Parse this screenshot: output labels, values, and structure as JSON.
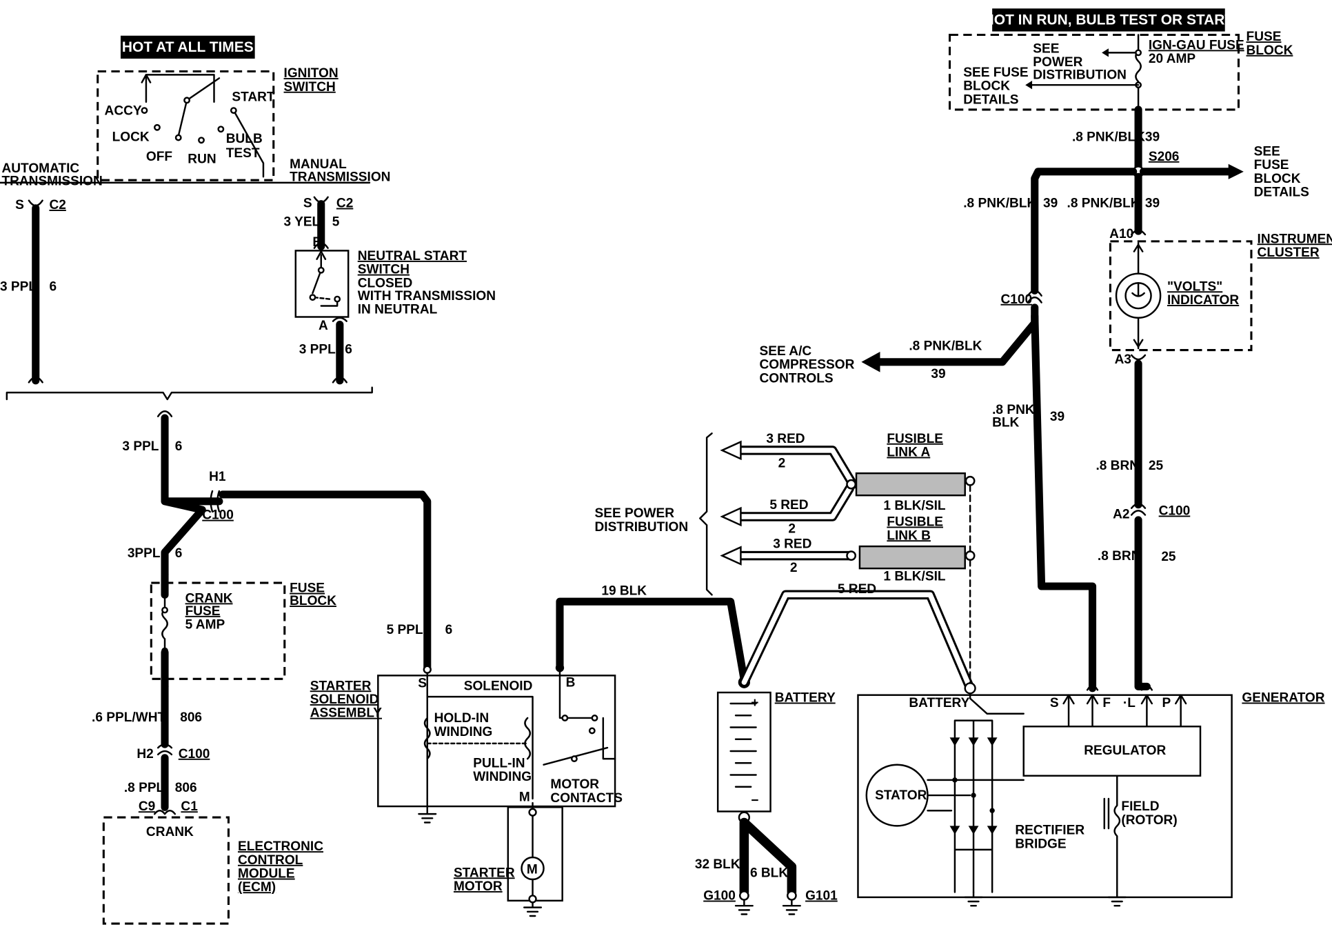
{
  "banners": {
    "hot_at_all_times": "HOT AT ALL TIMES",
    "hot_in_run": "HOT IN RUN, BULB TEST OR START"
  },
  "ignition": {
    "title_1": "IGNITON",
    "title_2": "SWITCH",
    "accy": "ACCY",
    "lock": "LOCK",
    "off": "OFF",
    "run": "RUN",
    "start": "START",
    "bulb": "BULB",
    "test": "TEST"
  },
  "transmission": {
    "auto_1": "AUTOMATIC",
    "auto_2": "TRANSMISSION",
    "manual_1": "MANUAL",
    "manual_2": "TRANSMISSION"
  },
  "left_branch": {
    "s": "S",
    "c2": "C2",
    "wire": "3 PPL",
    "circuit": "6"
  },
  "right_branch": {
    "s": "S",
    "c2": "C2",
    "wire_top": "3 YEL",
    "circuit_top": "5",
    "b": "B",
    "a": "A",
    "wire_bottom": "3 PPL",
    "circuit_bottom": "6"
  },
  "neutral_switch": {
    "line1": "NEUTRAL START",
    "line2": "SWITCH",
    "line3": "CLOSED",
    "line4": "WITH TRANSMISSION",
    "line5": "IN NEUTRAL"
  },
  "junction": {
    "wire_a": "3 PPL",
    "circuit_a": "6",
    "h1": "H1",
    "c100": "C100",
    "wire_b": "3PPL",
    "circuit_b": "6"
  },
  "crank_fuse": {
    "line1": "CRANK",
    "line2": "FUSE",
    "line3": "5 AMP",
    "block_1": "FUSE",
    "block_2": "BLOCK"
  },
  "ecm_wiring": {
    "wire1": ".6 PPL/WHT",
    "circuit1": "806",
    "h2": "H2",
    "c100": "C100",
    "wire2": ".8 PPL",
    "circuit2": "806",
    "c9": "C9",
    "c1": "C1"
  },
  "ecm": {
    "crank": "CRANK",
    "line1": "ELECTRONIC",
    "line2": "CONTROL",
    "line3": "MODULE",
    "line4": "(ECM)"
  },
  "starter": {
    "wire": "5 PPL",
    "circuit": "6",
    "s": "S",
    "b": "B",
    "m": "M",
    "solenoid": "SOLENOID",
    "hold_1": "HOLD-IN",
    "hold_2": "WINDING",
    "pull_1": "PULL-IN",
    "pull_2": "WINDING",
    "motor_1": "MOTOR",
    "motor_2": "CONTACTS",
    "assembly_1": "STARTER",
    "assembly_2": "SOLENOID",
    "assembly_3": "ASSEMBLY",
    "motor_label_1": "STARTER",
    "motor_label_2": "MOTOR",
    "motor_symbol": "M"
  },
  "battery": {
    "cable": "19 BLK",
    "label": "BATTERY",
    "plus": "+",
    "minus": "−",
    "ground1_wire": "32 BLK",
    "ground2_wire": "6 BLK",
    "g100": "G100",
    "g101": "G101"
  },
  "power": {
    "see_1": "SEE POWER",
    "see_2": "DISTRIBUTION",
    "link_a_1": "FUSIBLE",
    "link_a_2": "LINK A",
    "link_b_1": "FUSIBLE",
    "link_b_2": "LINK B",
    "red3_a": "3 RED",
    "circ2_a": "2",
    "red5": "5 RED",
    "circ2_b": "2",
    "red3_b": "3 RED",
    "circ2_c": "2",
    "blksil_a": "1 BLK/SIL",
    "blksil_b": "1 BLK/SIL",
    "red5_batt": "5 RED"
  },
  "fuse_block_top": {
    "see_power_1": "SEE",
    "see_power_2": "POWER",
    "see_power_3": "DISTRIBUTION",
    "see_fuse_1": "SEE FUSE",
    "see_fuse_2": "BLOCK",
    "see_fuse_3": "DETAILS",
    "fuse_name": "IGN-GAU FUSE",
    "fuse_amp": "20 AMP",
    "block_1": "FUSE",
    "block_2": "BLOCK"
  },
  "ign_wiring": {
    "w1": ".8 PNK/BLK",
    "c1": "39",
    "s206": "S206",
    "see_1": "SEE",
    "see_2": "FUSE",
    "see_3": "BLOCK",
    "see_4": "DETAILS",
    "w2": ".8 PNK/BLK",
    "c2": "39",
    "w3": ".8 PNK/BLK",
    "c3": "39",
    "a10": "A10",
    "c100": "C100",
    "ac_wire": ".8 PNK/BLK",
    "ac_circ": "39",
    "ac_1": "SEE A/C",
    "ac_2": "COMPRESSOR",
    "ac_3": "CONTROLS",
    "w4a": ".8 PNK/",
    "w4b": "BLK",
    "c4": "39"
  },
  "cluster": {
    "label_1": "INSTRUMENT",
    "label_2": "CLUSTER",
    "volts_1": "\"VOLTS\"",
    "volts_2": "INDICATOR",
    "a3": "A3",
    "brn1": ".8 BRN",
    "c25a": "25",
    "a2": "A2",
    "c100": "C100",
    "brn2": ".8 BRN",
    "c25b": "25"
  },
  "generator": {
    "label": "GENERATOR",
    "battery": "BATTERY",
    "s": "S",
    "f": "F",
    "l": "·L",
    "p": "P",
    "regulator": "REGULATOR",
    "stator": "STATOR",
    "field_1": "FIELD",
    "field_2": "(ROTOR)",
    "rect_1": "RECTIFIER",
    "rect_2": "BRIDGE"
  }
}
